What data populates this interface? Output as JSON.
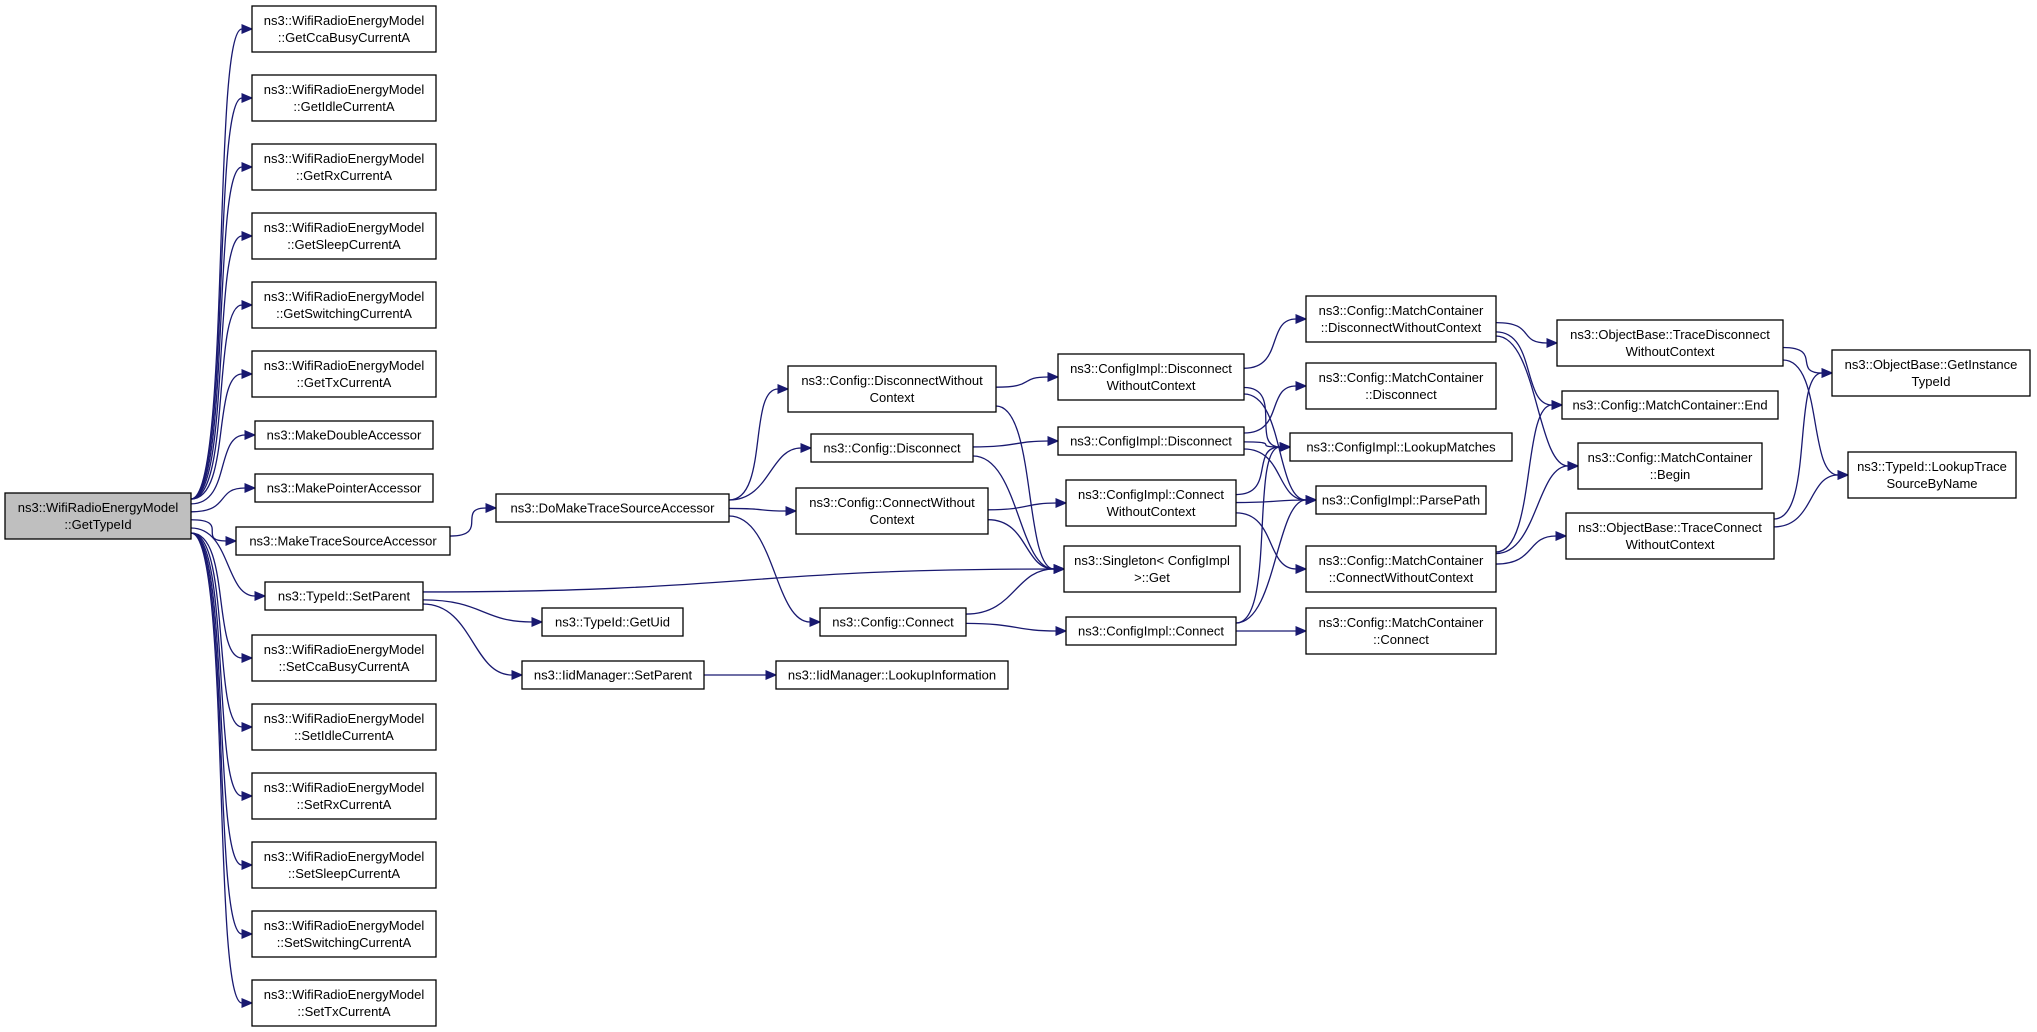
{
  "nodes": [
    {
      "id": "root",
      "lines": [
        "ns3::WifiRadioEnergyModel",
        "::GetTypeId"
      ],
      "root": true
    },
    {
      "id": "getcca",
      "lines": [
        "ns3::WifiRadioEnergyModel",
        "::GetCcaBusyCurrentA"
      ]
    },
    {
      "id": "getidle",
      "lines": [
        "ns3::WifiRadioEnergyModel",
        "::GetIdleCurrentA"
      ]
    },
    {
      "id": "getrx",
      "lines": [
        "ns3::WifiRadioEnergyModel",
        "::GetRxCurrentA"
      ]
    },
    {
      "id": "getsleep",
      "lines": [
        "ns3::WifiRadioEnergyModel",
        "::GetSleepCurrentA"
      ]
    },
    {
      "id": "getswitch",
      "lines": [
        "ns3::WifiRadioEnergyModel",
        "::GetSwitchingCurrentA"
      ]
    },
    {
      "id": "gettx",
      "lines": [
        "ns3::WifiRadioEnergyModel",
        "::GetTxCurrentA"
      ]
    },
    {
      "id": "mkdouble",
      "lines": [
        "ns3::MakeDoubleAccessor"
      ]
    },
    {
      "id": "mkptr",
      "lines": [
        "ns3::MakePointerAccessor"
      ]
    },
    {
      "id": "mktrace",
      "lines": [
        "ns3::MakeTraceSourceAccessor"
      ]
    },
    {
      "id": "setparent",
      "lines": [
        "ns3::TypeId::SetParent"
      ]
    },
    {
      "id": "setcca",
      "lines": [
        "ns3::WifiRadioEnergyModel",
        "::SetCcaBusyCurrentA"
      ]
    },
    {
      "id": "setidle",
      "lines": [
        "ns3::WifiRadioEnergyModel",
        "::SetIdleCurrentA"
      ]
    },
    {
      "id": "setrx",
      "lines": [
        "ns3::WifiRadioEnergyModel",
        "::SetRxCurrentA"
      ]
    },
    {
      "id": "setsleep",
      "lines": [
        "ns3::WifiRadioEnergyModel",
        "::SetSleepCurrentA"
      ]
    },
    {
      "id": "setswitch",
      "lines": [
        "ns3::WifiRadioEnergyModel",
        "::SetSwitchingCurrentA"
      ]
    },
    {
      "id": "settx",
      "lines": [
        "ns3::WifiRadioEnergyModel",
        "::SetTxCurrentA"
      ]
    },
    {
      "id": "domake",
      "lines": [
        "ns3::DoMakeTraceSourceAccessor"
      ]
    },
    {
      "id": "getuid",
      "lines": [
        "ns3::TypeId::GetUid"
      ]
    },
    {
      "id": "iidsetparent",
      "lines": [
        "ns3::IidManager::SetParent"
      ]
    },
    {
      "id": "lookupinfo",
      "lines": [
        "ns3::IidManager::LookupInformation"
      ]
    },
    {
      "id": "cfgdiscwc",
      "lines": [
        "ns3::Config::DisconnectWithout",
        "Context"
      ]
    },
    {
      "id": "cfgdisc",
      "lines": [
        "ns3::Config::Disconnect"
      ]
    },
    {
      "id": "cfgconnwc",
      "lines": [
        "ns3::Config::ConnectWithout",
        "Context"
      ]
    },
    {
      "id": "cfgconn",
      "lines": [
        "ns3::Config::Connect"
      ]
    },
    {
      "id": "implDiscWc",
      "lines": [
        "ns3::ConfigImpl::Disconnect",
        "WithoutContext"
      ]
    },
    {
      "id": "implDisc",
      "lines": [
        "ns3::ConfigImpl::Disconnect"
      ]
    },
    {
      "id": "implConnWc",
      "lines": [
        "ns3::ConfigImpl::Connect",
        "WithoutContext"
      ]
    },
    {
      "id": "singleton",
      "lines": [
        "ns3::Singleton< ConfigImpl",
        ">::Get"
      ]
    },
    {
      "id": "implConn",
      "lines": [
        "ns3::ConfigImpl::Connect"
      ]
    },
    {
      "id": "mcDiscWc",
      "lines": [
        "ns3::Config::MatchContainer",
        "::DisconnectWithoutContext"
      ]
    },
    {
      "id": "mcDisc",
      "lines": [
        "ns3::Config::MatchContainer",
        "::Disconnect"
      ]
    },
    {
      "id": "lookupMatches",
      "lines": [
        "ns3::ConfigImpl::LookupMatches"
      ]
    },
    {
      "id": "parsePath",
      "lines": [
        "ns3::ConfigImpl::ParsePath"
      ]
    },
    {
      "id": "mcConnWc",
      "lines": [
        "ns3::Config::MatchContainer",
        "::ConnectWithoutContext"
      ]
    },
    {
      "id": "mcConn",
      "lines": [
        "ns3::Config::MatchContainer",
        "::Connect"
      ]
    },
    {
      "id": "obTraceDisc",
      "lines": [
        "ns3::ObjectBase::TraceDisconnect",
        "WithoutContext"
      ]
    },
    {
      "id": "mcEnd",
      "lines": [
        "ns3::Config::MatchContainer::End"
      ]
    },
    {
      "id": "mcBegin",
      "lines": [
        "ns3::Config::MatchContainer",
        "::Begin"
      ]
    },
    {
      "id": "obTraceConn",
      "lines": [
        "ns3::ObjectBase::TraceConnect",
        "WithoutContext"
      ]
    },
    {
      "id": "obInstType",
      "lines": [
        "ns3::ObjectBase::GetInstance",
        "TypeId"
      ]
    },
    {
      "id": "lookupTrace",
      "lines": [
        "ns3::TypeId::LookupTrace",
        "SourceByName"
      ]
    }
  ],
  "edges": [
    [
      "root",
      "getcca"
    ],
    [
      "root",
      "getidle"
    ],
    [
      "root",
      "getrx"
    ],
    [
      "root",
      "getsleep"
    ],
    [
      "root",
      "getswitch"
    ],
    [
      "root",
      "gettx"
    ],
    [
      "root",
      "mkdouble"
    ],
    [
      "root",
      "mkptr"
    ],
    [
      "root",
      "mktrace"
    ],
    [
      "root",
      "setparent"
    ],
    [
      "root",
      "setcca"
    ],
    [
      "root",
      "setidle"
    ],
    [
      "root",
      "setrx"
    ],
    [
      "root",
      "setsleep"
    ],
    [
      "root",
      "setswitch"
    ],
    [
      "root",
      "settx"
    ],
    [
      "mktrace",
      "domake"
    ],
    [
      "setparent",
      "singleton"
    ],
    [
      "setparent",
      "getuid"
    ],
    [
      "setparent",
      "iidsetparent"
    ],
    [
      "iidsetparent",
      "lookupinfo"
    ],
    [
      "domake",
      "cfgdiscwc"
    ],
    [
      "domake",
      "cfgdisc"
    ],
    [
      "domake",
      "cfgconnwc"
    ],
    [
      "domake",
      "cfgconn"
    ],
    [
      "cfgdiscwc",
      "implDiscWc"
    ],
    [
      "cfgdiscwc",
      "singleton"
    ],
    [
      "cfgdisc",
      "implDisc"
    ],
    [
      "cfgdisc",
      "singleton"
    ],
    [
      "cfgconnwc",
      "implConnWc"
    ],
    [
      "cfgconnwc",
      "singleton"
    ],
    [
      "cfgconn",
      "singleton"
    ],
    [
      "cfgconn",
      "implConn"
    ],
    [
      "implDiscWc",
      "mcDiscWc"
    ],
    [
      "implDiscWc",
      "lookupMatches"
    ],
    [
      "implDiscWc",
      "parsePath"
    ],
    [
      "implDisc",
      "mcDisc"
    ],
    [
      "implDisc",
      "lookupMatches"
    ],
    [
      "implDisc",
      "parsePath"
    ],
    [
      "implConnWc",
      "lookupMatches"
    ],
    [
      "implConnWc",
      "parsePath"
    ],
    [
      "implConnWc",
      "mcConnWc"
    ],
    [
      "implConn",
      "lookupMatches"
    ],
    [
      "implConn",
      "parsePath"
    ],
    [
      "implConn",
      "mcConn"
    ],
    [
      "mcDiscWc",
      "obTraceDisc"
    ],
    [
      "mcDiscWc",
      "mcEnd"
    ],
    [
      "mcDiscWc",
      "mcBegin"
    ],
    [
      "mcConnWc",
      "mcEnd"
    ],
    [
      "mcConnWc",
      "mcBegin"
    ],
    [
      "mcConnWc",
      "obTraceConn"
    ],
    [
      "obTraceDisc",
      "obInstType"
    ],
    [
      "obTraceDisc",
      "lookupTrace"
    ],
    [
      "obTraceConn",
      "obInstType"
    ],
    [
      "obTraceConn",
      "lookupTrace"
    ]
  ]
}
